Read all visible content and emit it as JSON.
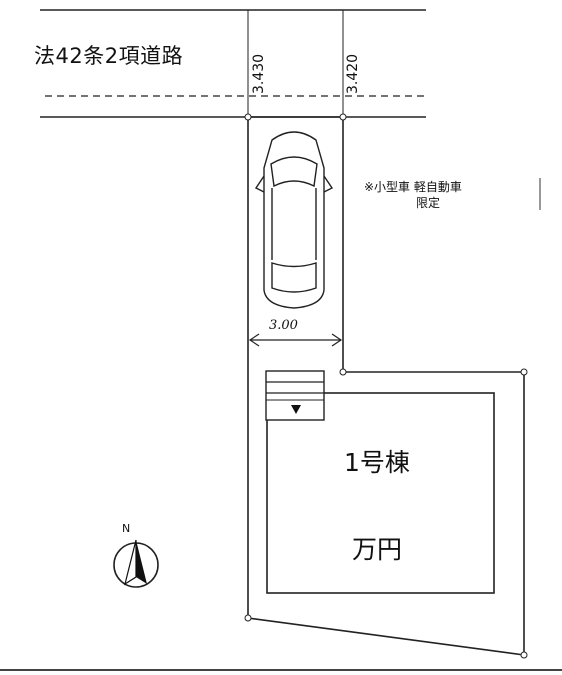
{
  "road": {
    "label": "法42条2項道路"
  },
  "dimensions": {
    "a": "3.430",
    "b": "3.420",
    "parking_width": "3.00"
  },
  "note": {
    "line1": "※小型車 軽自動車",
    "line2": "限定"
  },
  "building": {
    "name": "1号棟",
    "price": "万円"
  },
  "compass": {
    "label": "N"
  },
  "colors": {
    "line": "#1a1a1a",
    "background": "#ffffff"
  }
}
